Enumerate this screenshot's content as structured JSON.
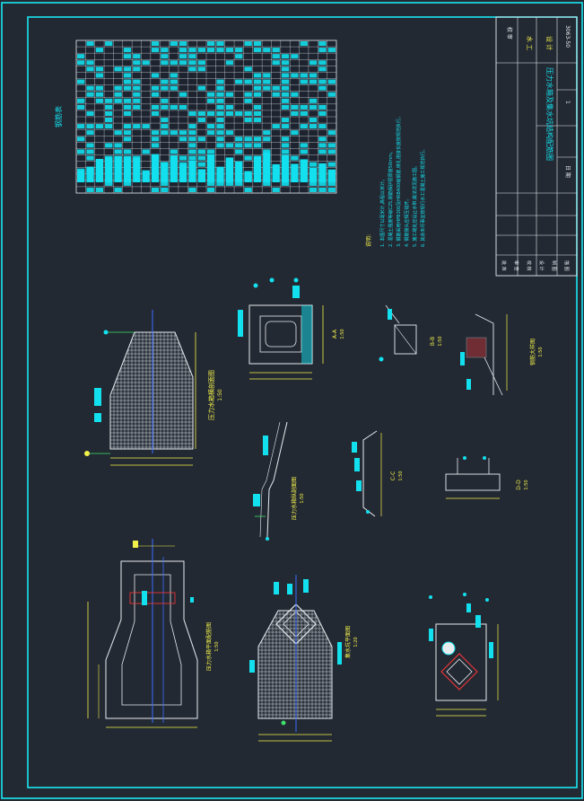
{
  "colors": {
    "background": "#232933",
    "frame": "#19e6f0",
    "cyan": "#13e0ee",
    "white": "#e8ecef",
    "yellow": "#f2f04a",
    "green": "#3ee06a",
    "red": "#ff3838",
    "blue": "#3a6bff",
    "magenta": "#ff4fd8"
  },
  "title_block": {
    "drawing_number": "3063-50",
    "rev_label": "1",
    "date_label": "日 期",
    "drawing_title": "压力水箱及集水坑结构配筋图",
    "stamp_1": "水 工",
    "stamp_2": "设 计",
    "stamp_3": "校 审",
    "row_labels": [
      "批 准",
      "审 查",
      "校 核",
      "设 计",
      "制 图",
      "描 图"
    ]
  },
  "notes": {
    "heading": "说明:",
    "lines": [
      "1. 本图尺寸以毫米计,高程以米计。",
      "2. 混凝土强度等级C25,钢筋保护层厚度50mm。",
      "3. 钢筋采用HPB300及HRB400级钢筋,绑扎搭接长度按规范执行。",
      "4. 钢筋接头应相互错开。",
      "5. 施工缝处应设止水带,做法详见施工图。",
      "6. 其余未尽事宜按现行水工混凝土施工规范执行。"
    ]
  },
  "views": {
    "rebar_table_title": "钢筋表",
    "view_1": "压力水箱横剖面图",
    "view_1_scale": "1:50",
    "view_2": "压力水箱纵剖面图",
    "view_2_scale": "1:50",
    "view_3": "压力水箱平面配筋图",
    "view_3_scale": "1:50",
    "view_4": "钢筋大样图",
    "view_4_scale": "1:50",
    "view_5": "集水坑平面图",
    "view_5_scale": "1:20",
    "section_a": "A-A",
    "section_a_scale": "1:50",
    "section_b": "B-B",
    "section_b_scale": "1:50",
    "section_c": "C-C",
    "section_c_scale": "1:50",
    "section_d": "D-D",
    "section_d_scale": "1:50"
  }
}
